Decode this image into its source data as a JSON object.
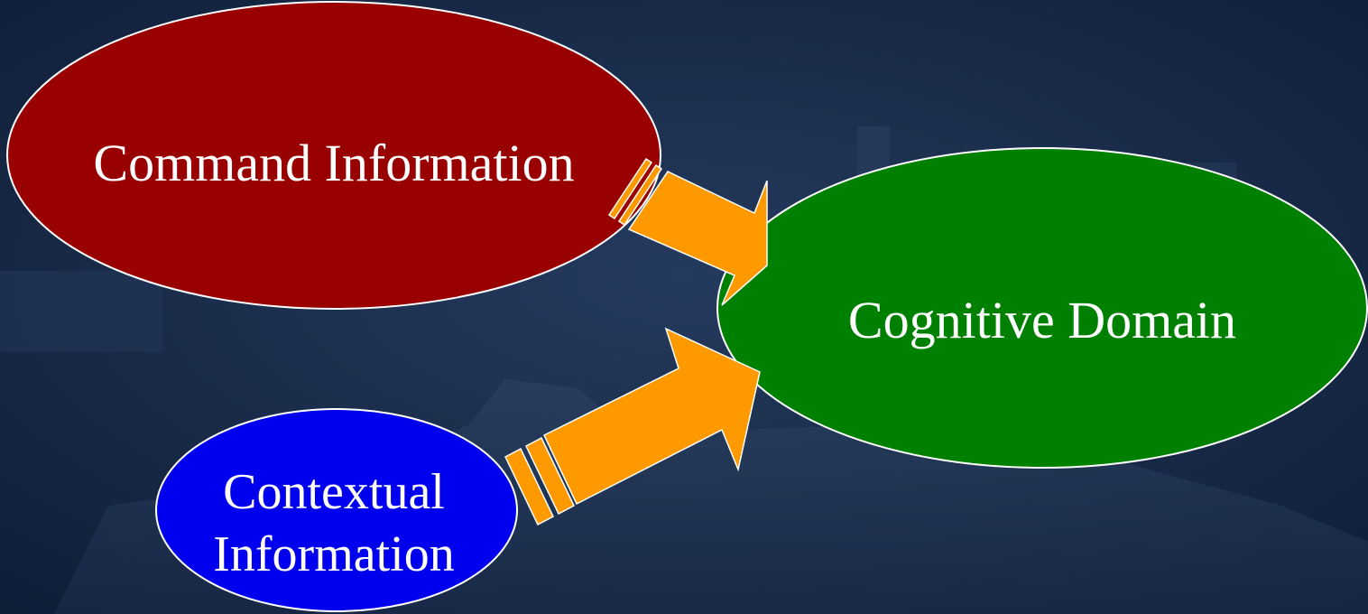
{
  "diagram": {
    "nodes": {
      "command": {
        "label": "Command Information",
        "color": "#990000"
      },
      "cognitive": {
        "label": "Cognitive Domain",
        "color": "#008000"
      },
      "contextual": {
        "label_line1": "Contextual",
        "label_line2": "Information",
        "color": "#0000ee"
      }
    },
    "edges": [
      {
        "from": "Command Information",
        "to": "Cognitive Domain"
      },
      {
        "from": "Contextual Information",
        "to": "Cognitive Domain"
      }
    ],
    "arrow_color": "#ff9900",
    "node_outline_color": "#ffffff",
    "background_color": "#16294a"
  }
}
